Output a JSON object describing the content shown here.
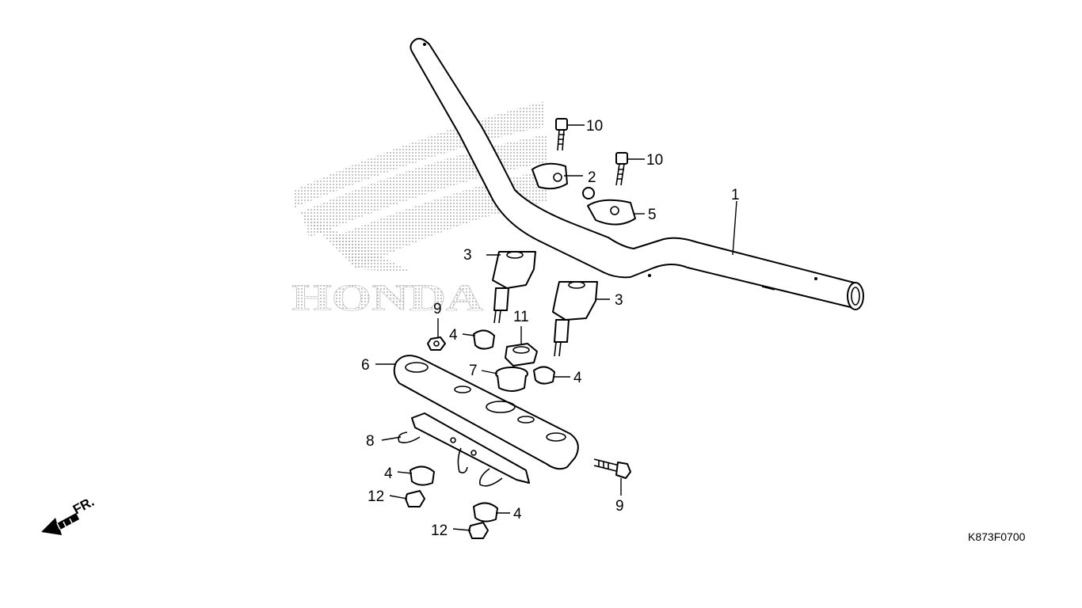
{
  "diagram": {
    "watermark": "HONDA",
    "direction": "FR.",
    "code": "K873F0700",
    "callouts": {
      "bar": "1",
      "upper_holder_a": "2",
      "holder_left": "3",
      "holder_right": "3",
      "rubber_a": "4",
      "rubber_b": "4",
      "rubber_c": "4",
      "rubber_d": "4",
      "upper_holder_b": "5",
      "lower_bracket": "6",
      "collar": "7",
      "clip_bracket": "8",
      "nut_small": "9",
      "bolt_flange": "9",
      "bolt_a": "10",
      "bolt_b": "10",
      "nut_large": "11",
      "nut_a": "12",
      "nut_b": "12"
    }
  }
}
